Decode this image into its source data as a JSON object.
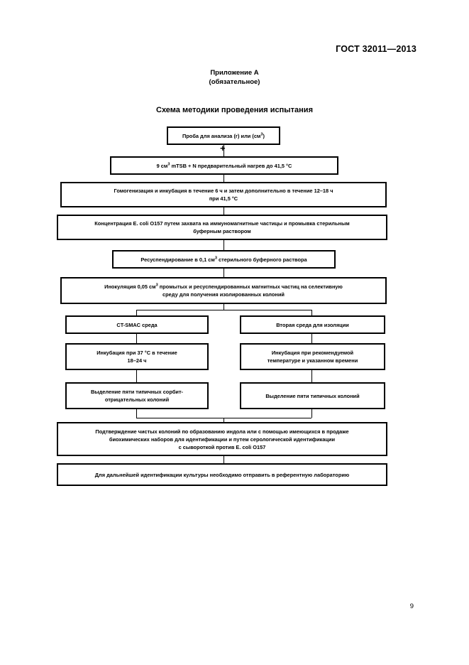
{
  "document": {
    "standard_header": "ГОСТ 32011—2013",
    "annex_title": "Приложение А",
    "annex_subtitle": "(обязательное)",
    "scheme_title": "Схема методики проведения испытания",
    "page_number": "9",
    "connector_plus": "+"
  },
  "flowchart": {
    "type": "flow-diagram",
    "nodes": [
      {
        "id": "sample",
        "lines": [
          "Проба для анализа (г) или (см³)"
        ]
      },
      {
        "id": "mtsb",
        "lines": [
          "9 см³ mTSB + N предварительный нагрев до 41,5 °C"
        ]
      },
      {
        "id": "homogenization",
        "lines": [
          "Гомогенизация и инкубация в течение 6 ч и затем дополнительно в течение 12–18 ч",
          "при 41,5 °C"
        ]
      },
      {
        "id": "concentration",
        "lines": [
          "Концентрация E. coli O157 путем захвата на иммуномагнитные частицы и промывка стерильным",
          "буферным раствором"
        ]
      },
      {
        "id": "resuspension",
        "lines": [
          "Ресуспендирование в 0,1 см³ стерильного буферного раствора"
        ]
      },
      {
        "id": "inoculation",
        "lines": [
          "Инокуляция 0,05 см³ промытых и ресуспендированных магнитных частиц на селективную",
          "среду для получения изолированных колоний"
        ]
      },
      {
        "id": "ct-smac",
        "lines": [
          "CT-SMAC среда"
        ]
      },
      {
        "id": "second-medium",
        "lines": [
          "Вторая среда для изоляции"
        ]
      },
      {
        "id": "incubation-37",
        "lines": [
          "Инкубация при 37 °C в течение",
          "18–24 ч"
        ]
      },
      {
        "id": "incubation-recommended",
        "lines": [
          "Инкубация при рекомендуемой",
          "температуре и указанном времени"
        ]
      },
      {
        "id": "isolation-sorbitol",
        "lines": [
          "Выделение пяти типичных сорбит-",
          "отрицательных колоний"
        ]
      },
      {
        "id": "isolation-typical",
        "lines": [
          "Выделение пяти типичных колоний"
        ]
      },
      {
        "id": "confirmation",
        "lines": [
          "Подтверждение чистых колоний по образованию индола или с помощью имеющихся в продаже",
          "биохимических наборов для идентификации и путем серологической идентификации",
          "с сывороткой против E. coli O157"
        ]
      },
      {
        "id": "reference-lab",
        "lines": [
          "Для дальнейшей идентификации культуры необходимо отправить в референтную лабораторию"
        ]
      }
    ]
  }
}
